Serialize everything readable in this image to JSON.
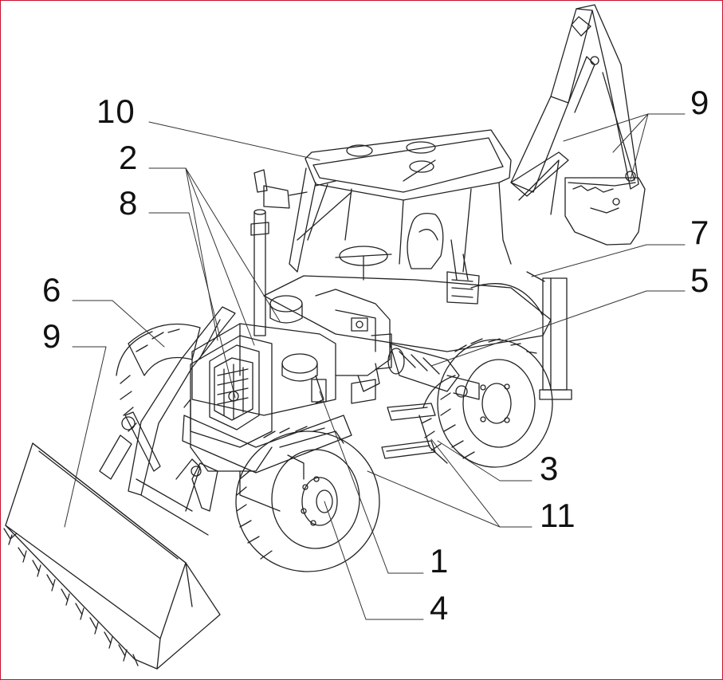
{
  "diagram": {
    "callouts": [
      {
        "id": "c10",
        "text": "10"
      },
      {
        "id": "c2",
        "text": "2"
      },
      {
        "id": "c8",
        "text": "8"
      },
      {
        "id": "c6",
        "text": "6"
      },
      {
        "id": "c9l",
        "text": "9"
      },
      {
        "id": "c9r",
        "text": "9"
      },
      {
        "id": "c7",
        "text": "7"
      },
      {
        "id": "c5",
        "text": "5"
      },
      {
        "id": "c3",
        "text": "3"
      },
      {
        "id": "c11",
        "text": "11"
      },
      {
        "id": "c1",
        "text": "1"
      },
      {
        "id": "c4",
        "text": "4"
      }
    ],
    "colors": {
      "line": "#222222",
      "frame": "#c8102e",
      "background": "#ffffff"
    }
  }
}
